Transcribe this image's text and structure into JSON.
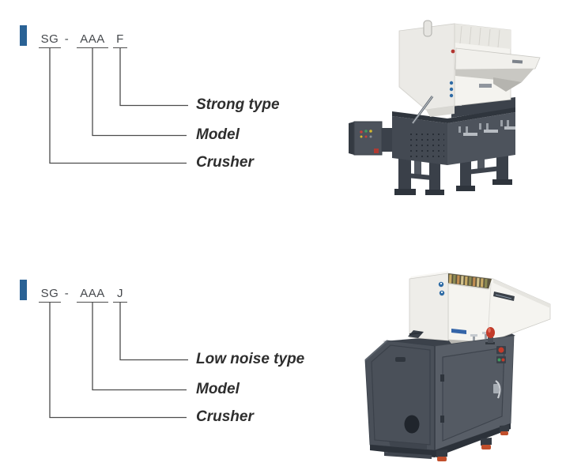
{
  "style": {
    "accent_color": "#2a6295",
    "line_color": "#4c4c4c",
    "code_text_color": "#45484c",
    "label_text_color": "#2e2e2e",
    "machine_dark_gray": "#4a5059",
    "machine_white": "#f4f3ef",
    "beacon_red": "#c23b2a",
    "foot_pad_orange": "#c14f2c",
    "background": "#ffffff"
  },
  "sections": [
    {
      "id": "strong-type",
      "code": {
        "series": "SG",
        "separator": "-",
        "model": "AAA",
        "suffix": "F"
      },
      "callouts": {
        "suffix_label": "Strong type",
        "model_label": "Model",
        "series_label": "Crusher"
      },
      "photo": {
        "name": "strong-type-crusher-photo"
      }
    },
    {
      "id": "low-noise-type",
      "code": {
        "series": "SG",
        "separator": "-",
        "model": "AAA",
        "suffix": "J"
      },
      "callouts": {
        "suffix_label": "Low noise type",
        "model_label": "Model",
        "series_label": "Crusher"
      },
      "photo": {
        "name": "low-noise-crusher-photo"
      }
    }
  ]
}
